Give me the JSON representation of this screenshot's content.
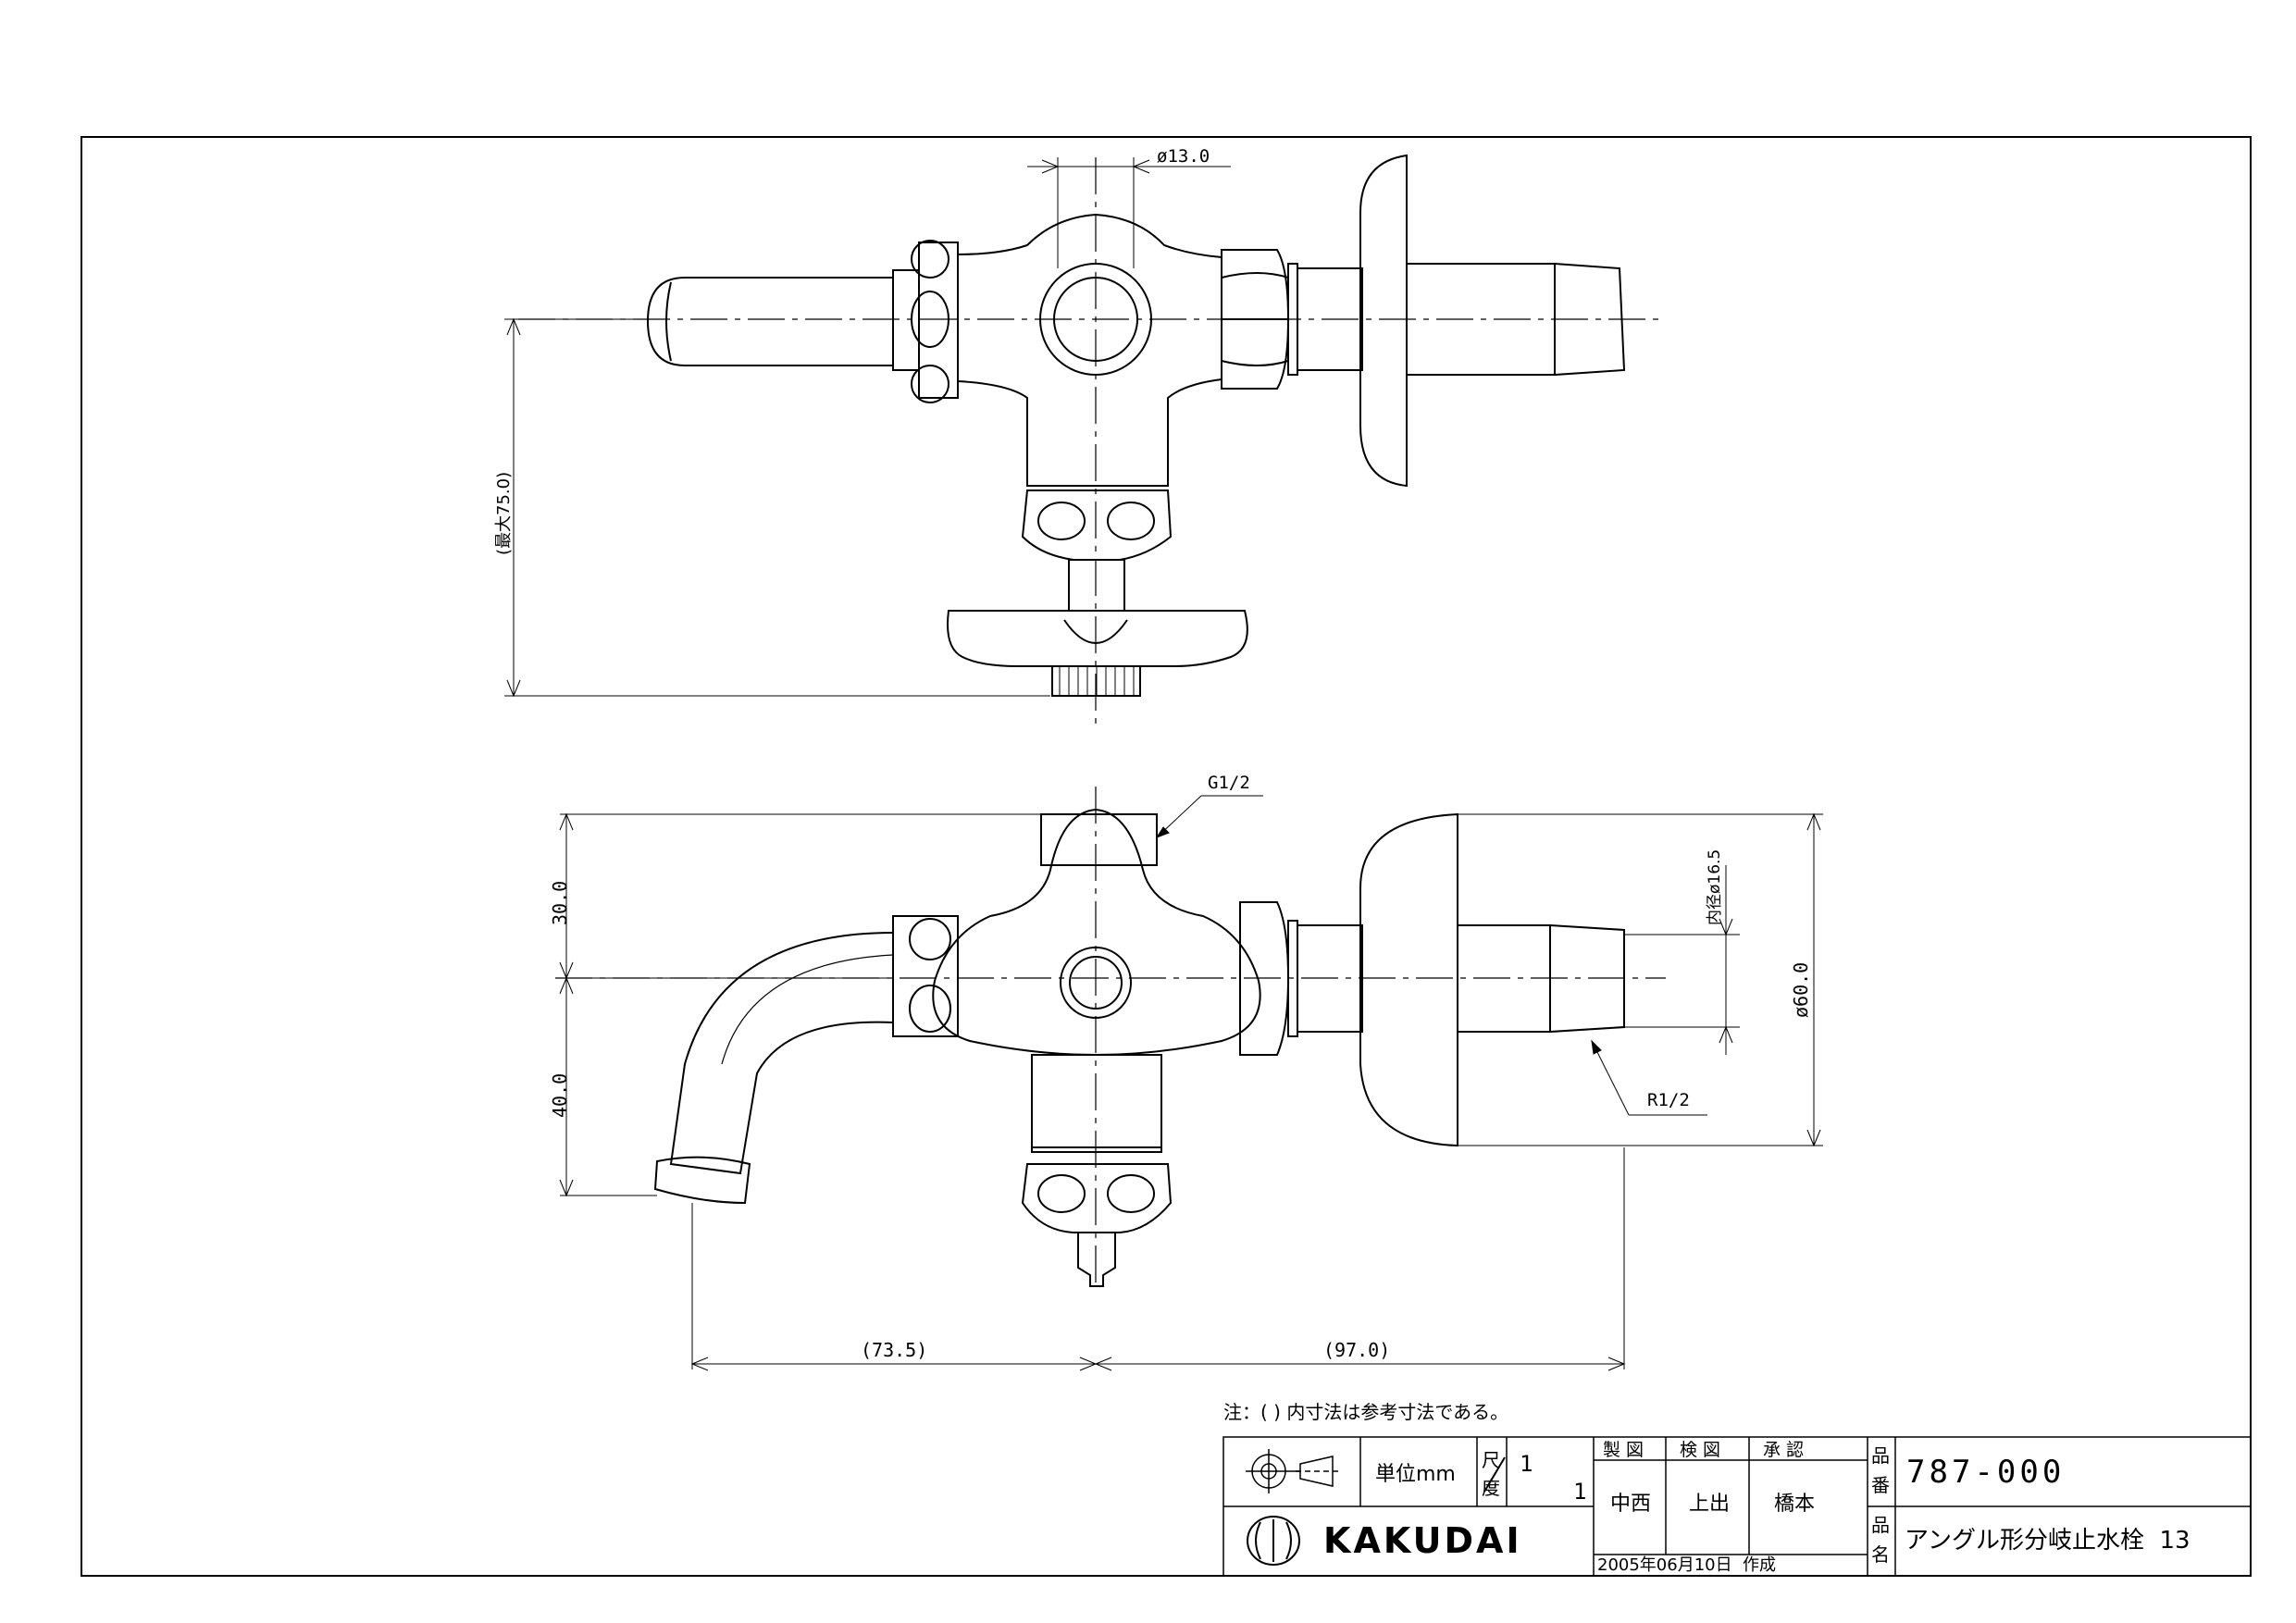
{
  "drawing": {
    "dimensions": {
      "bore": "ø13.0",
      "max_height": "(最大75.0)",
      "thread_top": "G1/2",
      "upper": "30.0",
      "lower": "40.0",
      "inner_dia": "内径ø16.5",
      "outer_dia": "ø60.0",
      "thread_end": "R1/2",
      "left_len": "(73.5)",
      "right_len": "(97.0)"
    },
    "note": "注：(  ) 内寸法は参考寸法である。"
  },
  "title_block": {
    "unit_label": "単位mm",
    "scale_label_1": "尺",
    "scale_label_2": "度",
    "scale_num": "1",
    "scale_den": "1",
    "roles": [
      "製 図",
      "検 図",
      "承 認"
    ],
    "names": [
      "中西",
      "上出",
      "橋本"
    ],
    "part_no_label_1": "品",
    "part_no_label_2": "番",
    "part_no": "787-000",
    "part_name_label_1": "品",
    "part_name_label_2": "名",
    "part_name": "アングル形分岐止水栓  13",
    "date": "2005年06月10日  作成",
    "company": "KAKUDAI"
  }
}
